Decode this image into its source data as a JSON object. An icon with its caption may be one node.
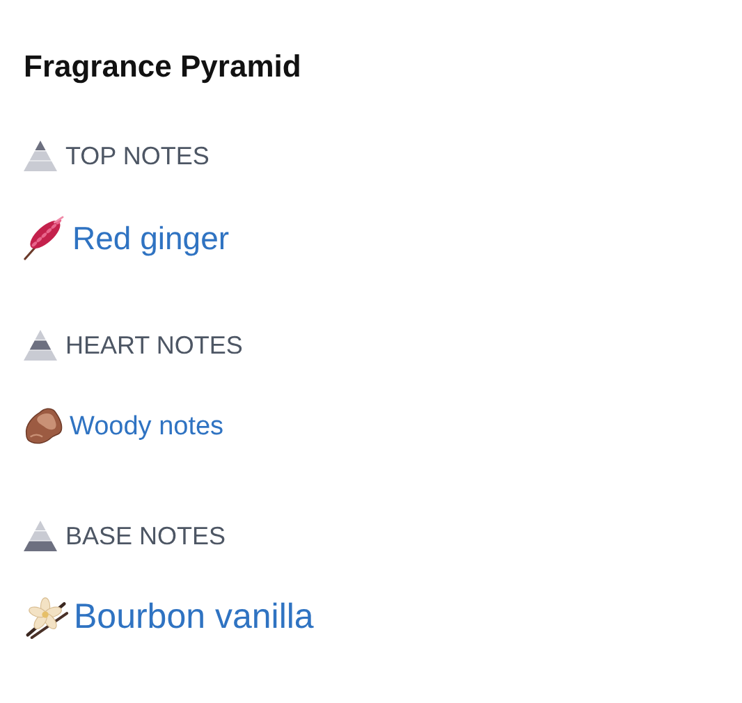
{
  "diagram": {
    "title": "Fragrance Pyramid",
    "labels": [
      "TOP NOTES",
      "Red ginger",
      "HEART NOTES",
      "Woody notes",
      "BASE NOTES",
      "Bourbon vanilla"
    ]
  }
}
